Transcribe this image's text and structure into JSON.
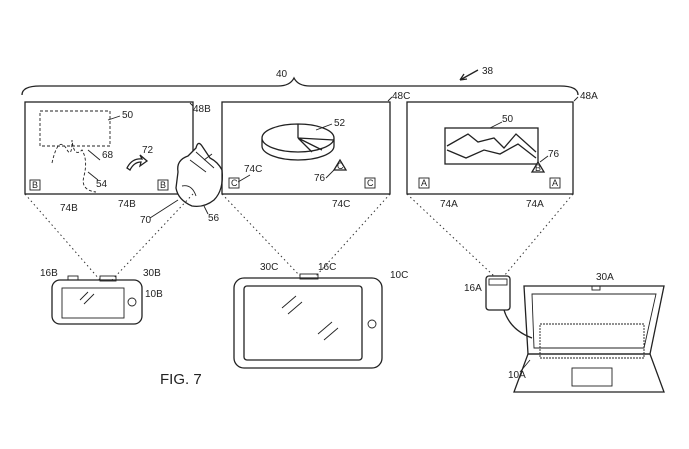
{
  "figure": {
    "caption": "FIG. 7"
  },
  "labels": {
    "system": "38",
    "bracket": "40",
    "panel_b": "48B",
    "panel_c": "48C",
    "panel_a": "48A",
    "region_b": "50",
    "arrow_72": "72",
    "path_68": "68",
    "path_54": "54",
    "hand_70": "70",
    "hand_56": "56",
    "corner_b_left": "74B",
    "corner_b_right": "74B",
    "pie_52": "52",
    "corner_c_top": "74C",
    "cursor_c": "76",
    "corner_c_right": "74C",
    "chart_50": "50",
    "cursor_a": "76",
    "corner_a_left": "74A",
    "corner_a_right": "74A",
    "phone_16": "16B",
    "phone_30": "30B",
    "phone_10": "10B",
    "tablet_30": "30C",
    "tablet_16": "16C",
    "tablet_10": "10C",
    "cam_16": "16A",
    "laptop_30": "30A",
    "laptop_10": "10A"
  },
  "box_letters": {
    "b_left": "B",
    "b_right": "B",
    "c_left": "C",
    "c_right": "C",
    "c_cursor": "C",
    "a_left": "A",
    "a_right": "A",
    "a_cursor": "B"
  }
}
